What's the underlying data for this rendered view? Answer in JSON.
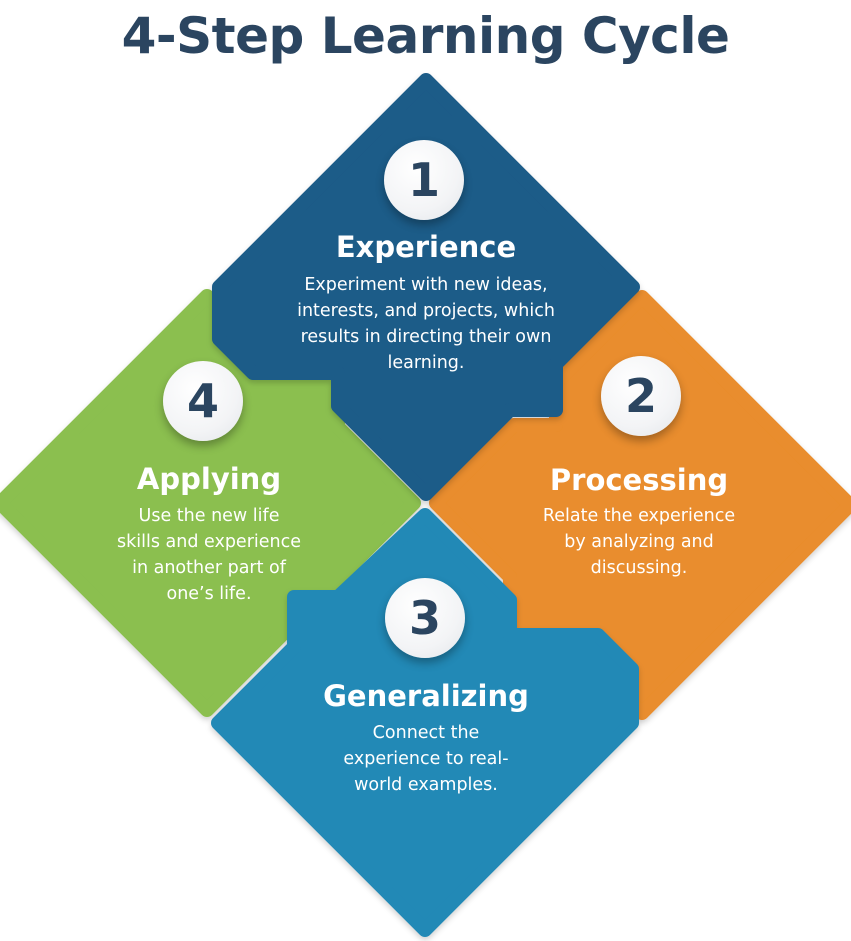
{
  "title": "4-Step Learning Cycle",
  "colors": {
    "experience": "#1b5b88",
    "processing": "#e98d2d",
    "generalizing": "#2389b6",
    "applying": "#8bbf50",
    "title_text": "#2b4560"
  },
  "steps": [
    {
      "number": "1",
      "title": "Experience",
      "description": "Experiment with new ideas, interests, and projects, which results in directing their own learning."
    },
    {
      "number": "2",
      "title": "Processing",
      "description": "Relate the experience by analyzing and discussing."
    },
    {
      "number": "3",
      "title": "Generalizing",
      "description": "Connect the experience to real-world examples."
    },
    {
      "number": "4",
      "title": "Applying",
      "description": "Use the new life skills and experience in another part of one’s life."
    }
  ]
}
